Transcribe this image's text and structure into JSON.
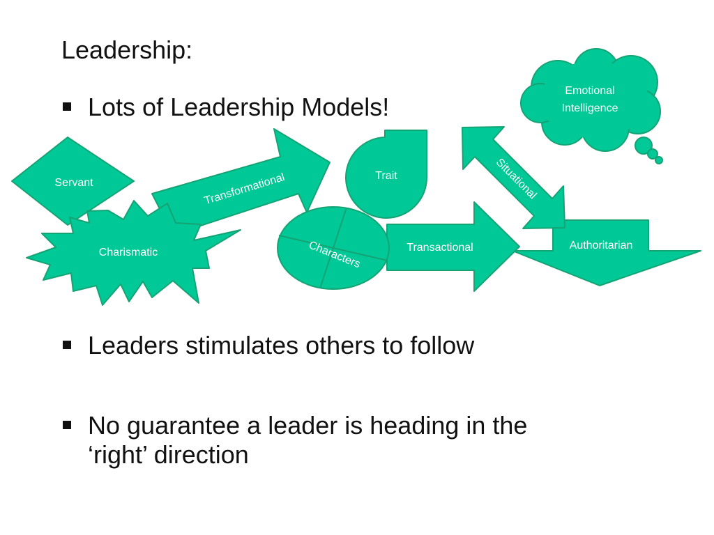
{
  "slide": {
    "title": "Leadership:",
    "bullets": [
      {
        "lines": [
          "Lots of Leadership Models!"
        ]
      },
      {
        "lines": [
          "Leaders stimulates others to follow"
        ]
      },
      {
        "lines": [
          "No guarantee a leader is heading in the",
          "‘right’ direction"
        ]
      }
    ]
  },
  "diagram": {
    "fill_color": "#00c896",
    "stroke_color": "#16a374",
    "label_color": "#ffffff",
    "shapes": {
      "servant": "Servant",
      "transformational": "Transformational",
      "trait": "Trait",
      "emotional_intelligence_line1": "Emotional",
      "emotional_intelligence_line2": "Intelligence",
      "situational": "Situational",
      "charismatic": "Charismatic",
      "characters": "Characters",
      "transactional": "Transactional",
      "authoritarian": "Authoritarian"
    }
  }
}
